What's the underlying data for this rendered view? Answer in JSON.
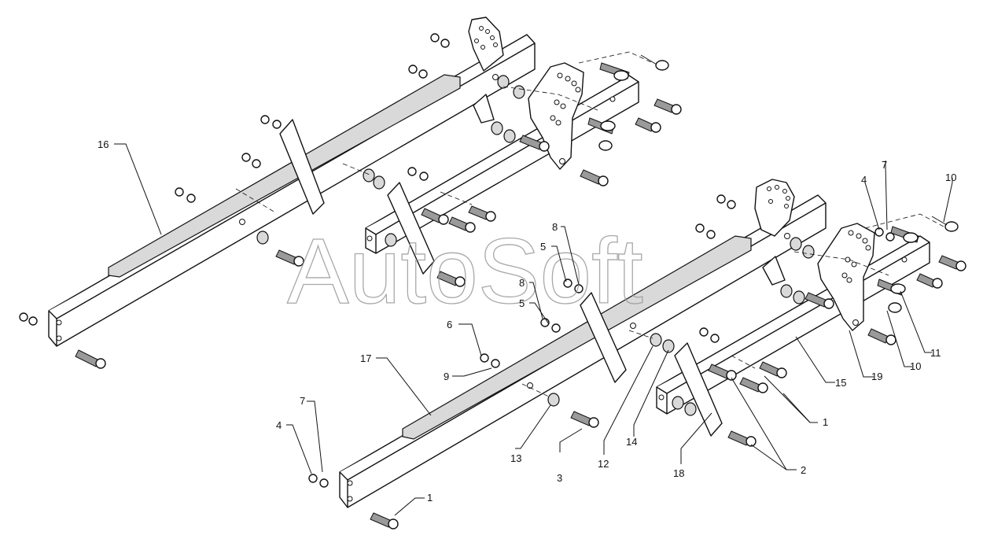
{
  "watermark": "AutoSoft",
  "callouts": {
    "c1a": "1",
    "c1b": "1",
    "c2": "2",
    "c3": "3",
    "c4a": "4",
    "c4b": "4",
    "c5a": "5",
    "c5b": "5",
    "c6": "6",
    "c7a": "7",
    "c7b": "7",
    "c8a": "8",
    "c8b": "8",
    "c9": "9",
    "c10a": "10",
    "c10b": "10",
    "c11": "11",
    "c12": "12",
    "c13": "13",
    "c14": "14",
    "c15": "15",
    "c16": "16",
    "c17": "17",
    "c18": "18",
    "c19": "19"
  }
}
